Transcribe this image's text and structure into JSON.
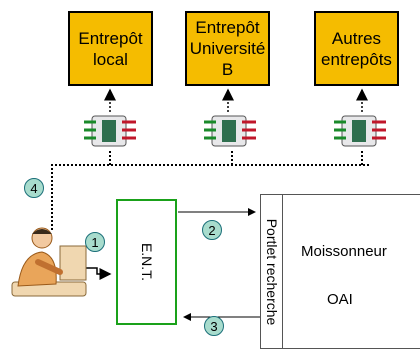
{
  "repositories": [
    {
      "label": "Entrepôt\nlocal"
    },
    {
      "label": "Entrepôt\nUniversité B"
    },
    {
      "label": "Autres\nentrepôts"
    }
  ],
  "steps": [
    "1",
    "2",
    "3",
    "4"
  ],
  "ent": {
    "label": "E.N.T."
  },
  "portlet": {
    "label": "Portlet recherche"
  },
  "harvester": {
    "line1": "Moissonneur",
    "line2": "OAI"
  },
  "colors": {
    "repository_fill": "#F5BC00",
    "ent_border": "#1aa11a",
    "step_fill": "#a8dccd"
  }
}
